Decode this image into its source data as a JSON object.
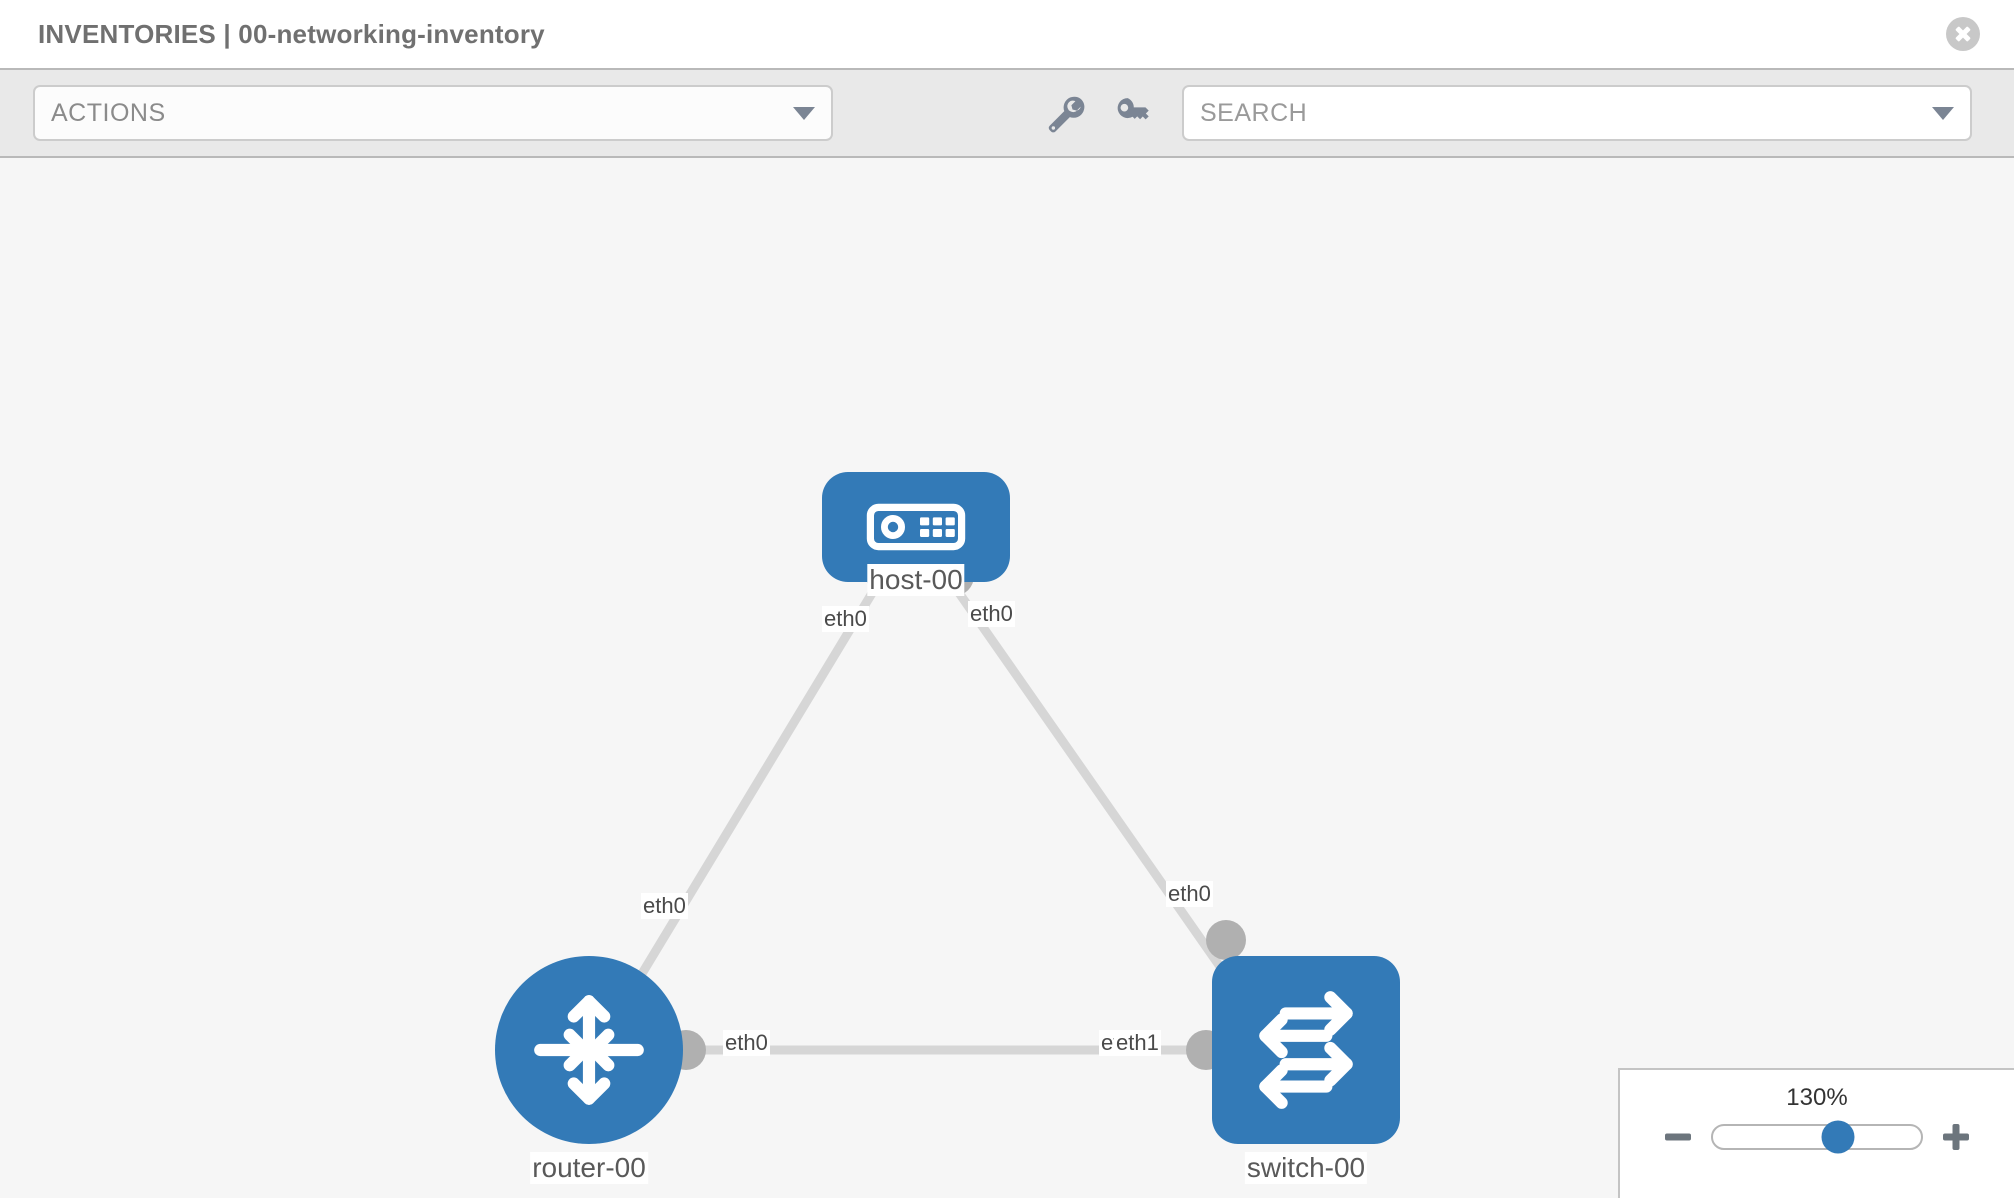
{
  "header": {
    "title": "INVENTORIES | 00-networking-inventory",
    "close_icon": "close-icon"
  },
  "toolbar": {
    "actions_label": "ACTIONS",
    "actions_caret_icon": "chevron-down-icon",
    "wrench_icon": "wrench-icon",
    "key_icon": "key-icon",
    "search_placeholder": "SEARCH",
    "search_caret_icon": "chevron-down-icon"
  },
  "topology": {
    "nodes": [
      {
        "id": "host",
        "label": "host-00",
        "icon": "server-icon",
        "type": "host",
        "color": "#337ab7"
      },
      {
        "id": "router",
        "label": "router-00",
        "icon": "router-icon",
        "type": "router",
        "color": "#337ab7"
      },
      {
        "id": "switch",
        "label": "switch-00",
        "icon": "switch-icon",
        "type": "switch",
        "color": "#337ab7"
      }
    ],
    "edge_labels": {
      "host_left": "eth0",
      "host_right": "eth0",
      "router_up": "eth0",
      "switch_up": "eth0",
      "router_right": "eth0",
      "switch_left_hidden": "eth0",
      "switch_left": "eth1"
    },
    "link_color": "#d6d6d6",
    "port_color": "#b0b0b0",
    "canvas_color": "#f6f6f6"
  },
  "zoom_control": {
    "value": "130%",
    "minus_label": "zoom-out",
    "plus_label": "zoom-in"
  }
}
